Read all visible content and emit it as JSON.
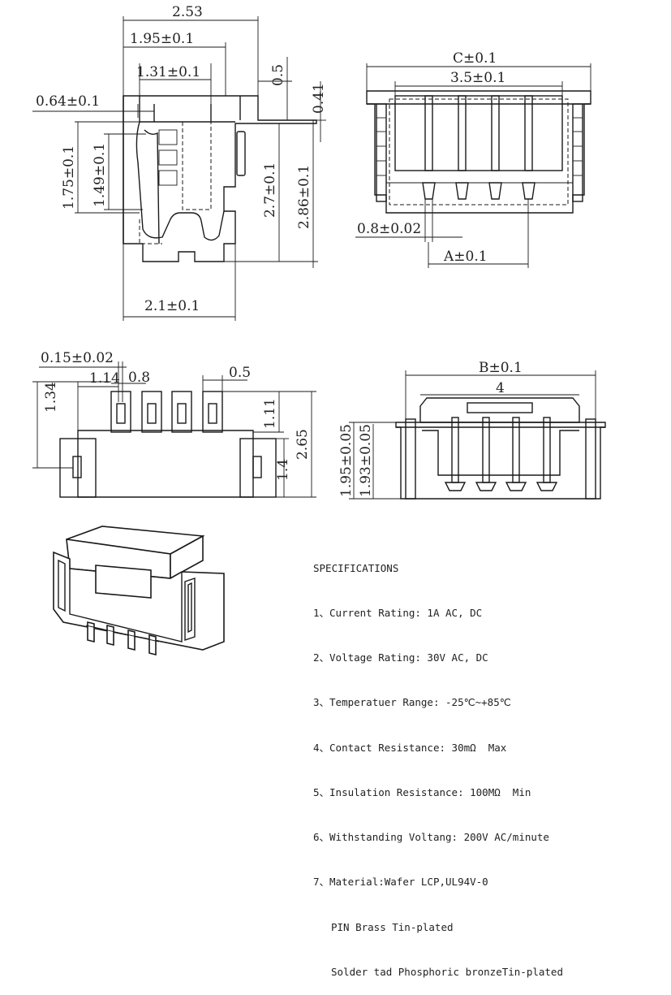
{
  "top_left_view": {
    "dims": {
      "overall_width": "2.53",
      "width_195": "1.95±0.1",
      "width_131": "1.31±0.1",
      "height_05": "0.5",
      "height_041": "0.41",
      "offset_064": "0.64±0.1",
      "height_175": "1.75±0.1",
      "height_149": "1.49±0.1",
      "height_27": "2.7±0.1",
      "height_286": "2.86±0.1",
      "width_21": "2.1±0.1"
    }
  },
  "top_right_view": {
    "dims": {
      "width_c": "C±0.1",
      "width_35": "3.5±0.1",
      "pin_width": "0.8±0.02",
      "pitch_a": "A±0.1"
    }
  },
  "bottom_left_view": {
    "dims": {
      "d_015": "0.15±0.02",
      "d_114": "1.14",
      "d_08": "0.8",
      "d_05": "0.5",
      "d_134": "1.34",
      "d_111": "1.11",
      "d_265": "2.65",
      "d_14": "1.4"
    }
  },
  "bottom_right_view": {
    "dims": {
      "width_b": "B±0.1",
      "width_4": "4",
      "height_195": "1.95±0.05",
      "height_193": "1.93±0.05"
    }
  },
  "specifications": {
    "title": "SPECIFICATIONS",
    "items": [
      "1、Current Rating: 1A AC, DC",
      "2、Voltage Rating: 30V AC, DC",
      "3、Temperatuer Range: -25℃~+85℃",
      "4、Contact Resistance: 30mΩ  Max",
      "5、Insulation Resistance: 100MΩ  Min",
      "6、Withstanding Voltang: 200V AC/minute",
      "7、Material:Wafer LCP,UL94V-0"
    ],
    "sub_items": [
      "PIN Brass Tin-plated",
      "Solder tad Phosphoric bronzeTin-plated"
    ]
  }
}
